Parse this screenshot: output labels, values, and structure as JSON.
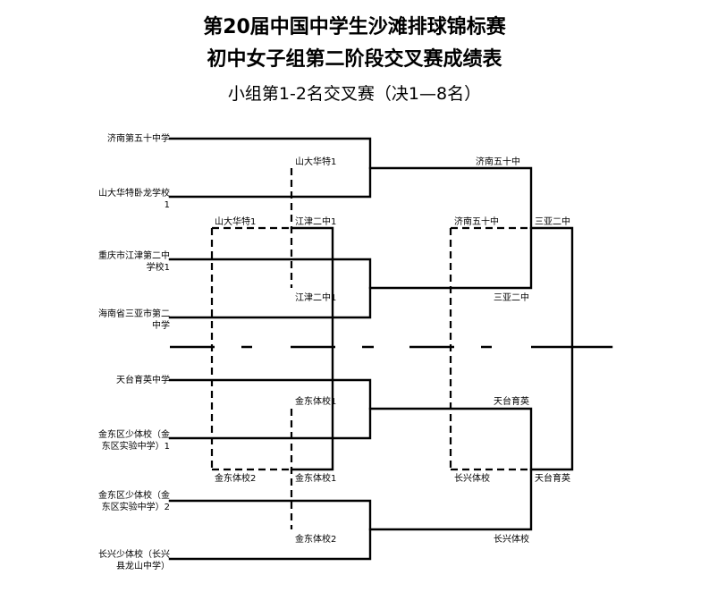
{
  "header": {
    "title": "第20届中国中学生沙滩排球锦标赛",
    "subtitle": "初中女子组第二阶段交叉赛成绩表",
    "caption": "小组第1-2名交叉赛（决1—8名）"
  },
  "teams": [
    {
      "line1": "济南第五十中学",
      "line2": ""
    },
    {
      "line1": "山大华特卧龙学校",
      "line2": "1"
    },
    {
      "line1": "重庆市江津第二中",
      "line2": "学校1"
    },
    {
      "line1": "海南省三亚市第二",
      "line2": "中学"
    },
    {
      "line1": "天台育英中学",
      "line2": ""
    },
    {
      "line1": "金东区少体校（金",
      "line2": "东区实验中学）1"
    },
    {
      "line1": "金东区少体校（金",
      "line2": "东区实验中学）2"
    },
    {
      "line1": "长兴少体校（长兴",
      "line2": "县龙山中学）"
    }
  ],
  "results": {
    "r1_w1": "山大华特1",
    "r1_w2": "江津二中1",
    "r1_w3": "金东体校1",
    "r1_w4": "金东体校2",
    "l_top": "山大华特1",
    "l_topb": "江津二中1",
    "l_bot": "金东体校2",
    "l_botb": "金东体校1",
    "r2_w1": "济南五十中",
    "r2_w2": "三亚二中",
    "r2_w3": "天台育英",
    "r2_w4": "长兴体校",
    "r2_l_top": "济南五十中",
    "r2_l_bot": "长兴体校",
    "r3_top": "三亚二中",
    "r3_bot": "天台育英"
  }
}
